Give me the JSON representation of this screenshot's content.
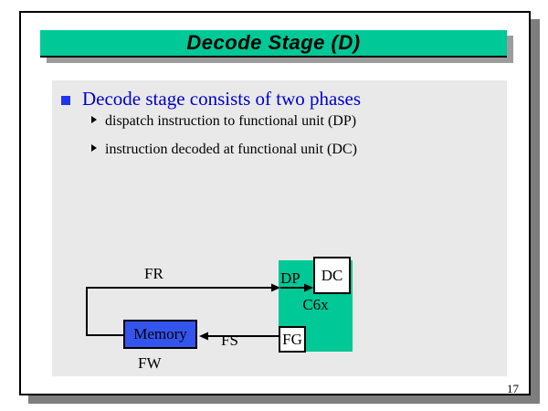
{
  "slide": {
    "title": "Decode Stage (D)",
    "page_number": "17",
    "content": {
      "heading": "Decode stage consists of two phases",
      "sub_bullets": [
        "dispatch instruction to functional unit (DP)",
        "instruction decoded at functional unit (DC)"
      ]
    },
    "diagram": {
      "memory_label": "Memory",
      "dp_label": "DP",
      "dc_label": "DC",
      "c6x_label": "C6x",
      "fg_label": "FG",
      "fr_label": "FR",
      "fs_label": "FS",
      "fw_label": "FW"
    },
    "colors": {
      "title_green": "#00C896",
      "content_gray": "#E9E9E9",
      "heading_blue": "#0000CC",
      "bullet_blue": "#2233EE",
      "memory_blue": "#3355EE",
      "frame_shadow_gray": "#7E7E7E",
      "title_shadow_gray": "#9C9C9C"
    }
  }
}
